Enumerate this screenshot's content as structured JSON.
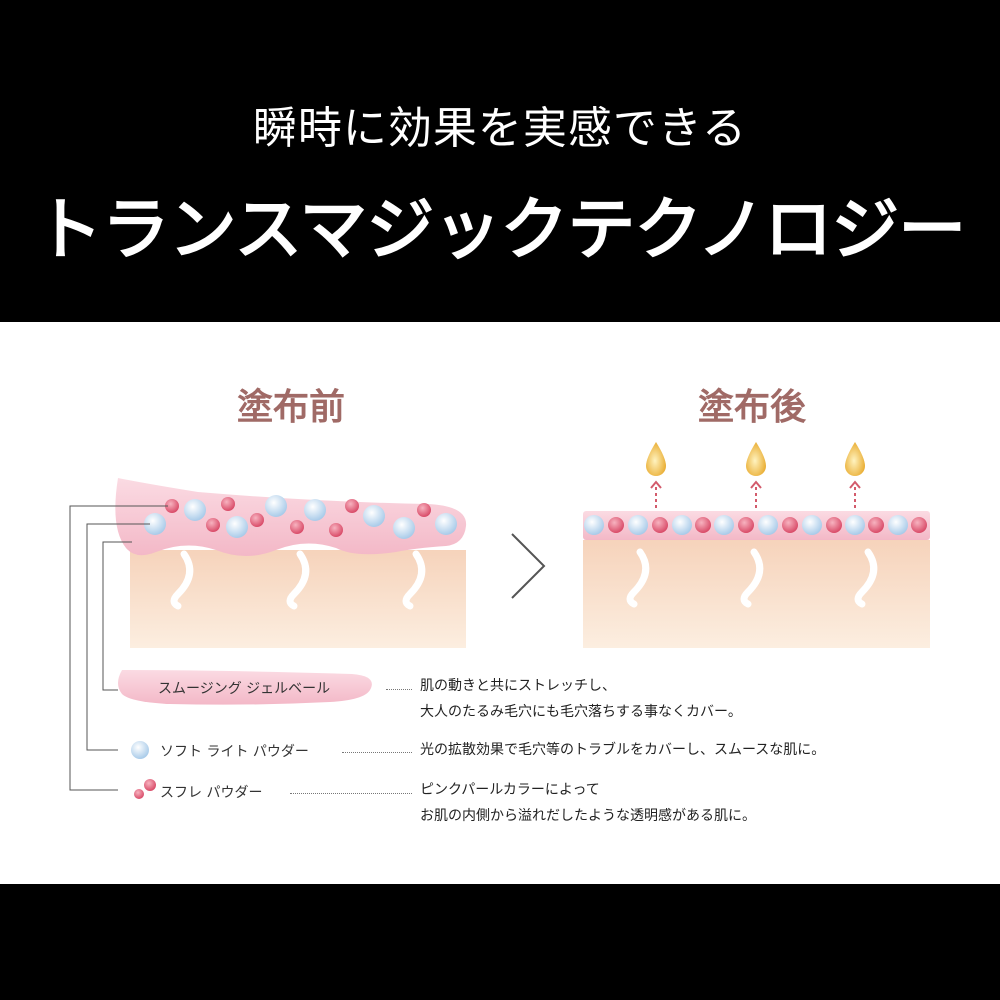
{
  "header": {
    "subtitle": "瞬時に効果を実感できる",
    "title": "トランスマジックテクノロジー"
  },
  "panels": {
    "before_label": "塗布前",
    "after_label": "塗布後"
  },
  "legend": [
    {
      "name": "スムージング ジェルベール",
      "desc_line1": "肌の動きと共にストレッチし、",
      "desc_line2": "大人のたるみ毛穴にも毛穴落ちする事なくカバー。"
    },
    {
      "name": "ソフト ライト パウダー",
      "desc_line1": "光の拡散効果で毛穴等のトラブルをカバーし、スムースな肌に。",
      "desc_line2": ""
    },
    {
      "name": "スフレ パウダー",
      "desc_line1": "ピンクパールカラーによって",
      "desc_line2": "お肌の内側から溢れだしたような透明感がある肌に。"
    }
  ],
  "colors": {
    "label_color": "#a06a66",
    "gel_pink": "#f5c6d2",
    "skin": "#fbe3cf",
    "blue_powder": "#cfe3f5",
    "pink_powder": "#e2607a",
    "drop_gold": "#f2c24a"
  },
  "icons": [
    "arrow-right-icon",
    "oil-drop-icon",
    "dotted-up-arrow-icon"
  ]
}
